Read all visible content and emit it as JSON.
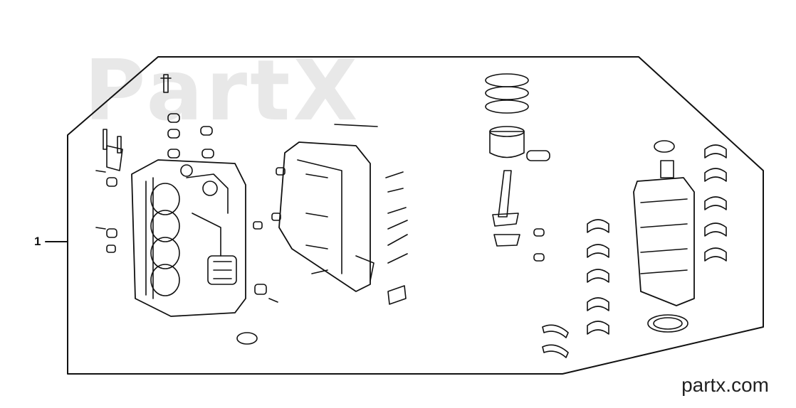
{
  "diagram": {
    "callout_number": "1",
    "watermark_text": "PartX",
    "footer_brand": "partx.com"
  },
  "colors": {
    "line": "#111111",
    "background": "#ffffff"
  }
}
